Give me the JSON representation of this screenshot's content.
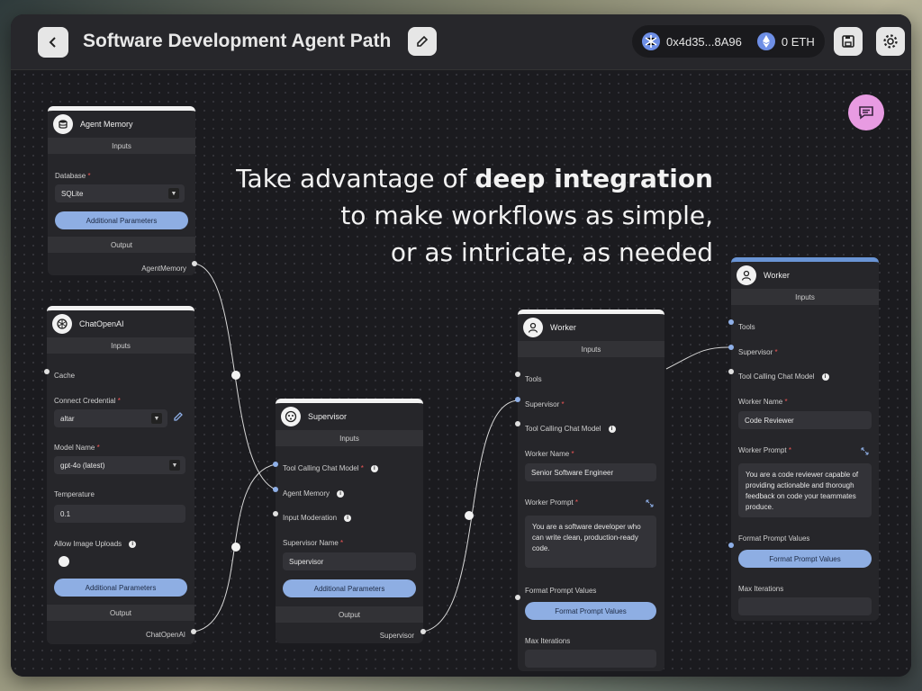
{
  "topbar": {
    "title": "Software Development Agent Path",
    "wallet_address": "0x4d35...8A96",
    "wallet_balance": "0 ETH"
  },
  "headline": {
    "line1_plain": "Take advantage of ",
    "line1_bold": "deep integration",
    "line2": "to make workflows as simple,",
    "line3": "or as intricate, as needed"
  },
  "common": {
    "inputs": "Inputs",
    "output": "Output",
    "additional_parameters": "Additional Parameters",
    "required_mark": "*"
  },
  "agent_memory": {
    "title": "Agent Memory",
    "database_label": "Database",
    "database_value": "SQLite",
    "output_label": "AgentMemory"
  },
  "chat_openai": {
    "title": "ChatOpenAI",
    "cache_label": "Cache",
    "credential_label": "Connect Credential",
    "credential_value": "altar",
    "model_label": "Model Name",
    "model_value": "gpt-4o (latest)",
    "temperature_label": "Temperature",
    "temperature_value": "0.1",
    "image_uploads_label": "Allow Image Uploads",
    "output_label": "ChatOpenAI"
  },
  "supervisor": {
    "title": "Supervisor",
    "tool_calling_label": "Tool Calling Chat Model",
    "agent_memory_label": "Agent Memory",
    "input_moderation_label": "Input Moderation",
    "name_label": "Supervisor Name",
    "name_value": "Supervisor",
    "output_label": "Supervisor"
  },
  "worker1": {
    "title": "Worker",
    "tools_label": "Tools",
    "supervisor_label": "Supervisor",
    "tool_calling_label": "Tool Calling Chat Model",
    "worker_name_label": "Worker Name",
    "worker_name_value": "Senior Software Engineer",
    "worker_prompt_label": "Worker Prompt",
    "worker_prompt_value": "You are a software developer who can write clean, production-ready code.",
    "format_prompt_label": "Format Prompt Values",
    "format_prompt_button": "Format Prompt Values",
    "max_iterations_label": "Max Iterations"
  },
  "worker2": {
    "title": "Worker",
    "tools_label": "Tools",
    "supervisor_label": "Supervisor",
    "tool_calling_label": "Tool Calling Chat Model",
    "worker_name_label": "Worker Name",
    "worker_name_value": "Code Reviewer",
    "worker_prompt_label": "Worker Prompt",
    "worker_prompt_value": "You are a code reviewer capable of providing actionable and thorough feedback on code your teammates produce.",
    "format_prompt_label": "Format Prompt Values",
    "format_prompt_button": "Format Prompt Values",
    "max_iterations_label": "Max Iterations"
  },
  "colors": {
    "accent_button": "#8eaee3",
    "chat_button": "#e89be2",
    "required": "#ee5555"
  }
}
